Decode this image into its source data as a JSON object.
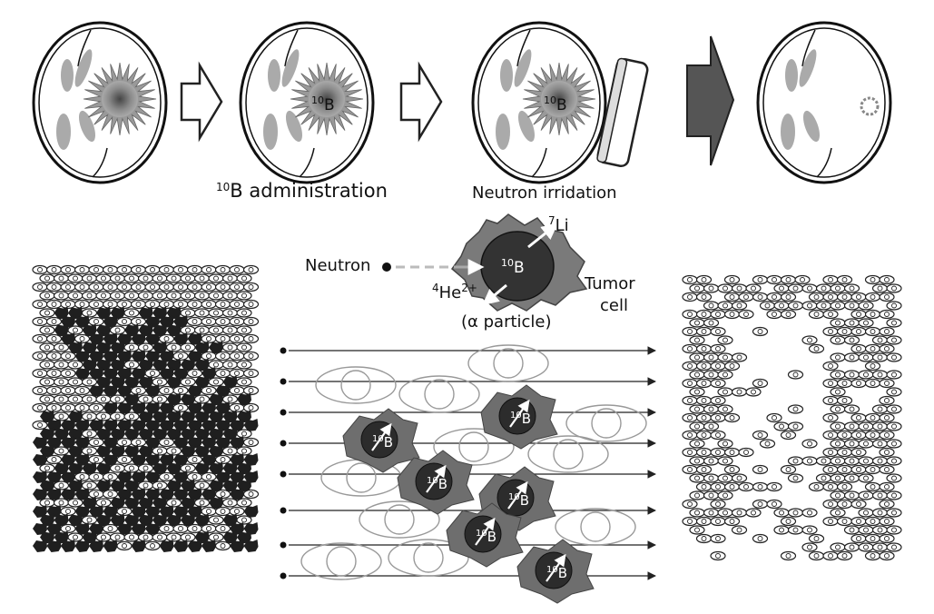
{
  "steps": [
    {
      "label_isotope": "10",
      "label_symbol": "B",
      "label_text": " administration"
    },
    {
      "label": "Neutron irridation"
    }
  ],
  "boron": {
    "mass": "10",
    "symbol": "B"
  },
  "reaction": {
    "neutron_label": "Neutron",
    "lithium_mass": "7",
    "lithium_symbol": "Li",
    "helium_mass": "4",
    "helium_symbol": "He",
    "helium_charge": "2+",
    "alpha_label": "(α particle)",
    "tumor_line1": "Tumor",
    "tumor_line2": "cell"
  },
  "colors": {
    "dark_cell": "#1f1f1f",
    "tumor_body": "#7a7a7a",
    "boron_core": "#333333",
    "light_outline": "#9a9a9a",
    "arrow_dark": "#5c5c5c"
  },
  "icons": [
    "brain-icon",
    "tumor-icon",
    "neutron-source-icon",
    "arrow-icon",
    "neutron-dot-icon"
  ]
}
